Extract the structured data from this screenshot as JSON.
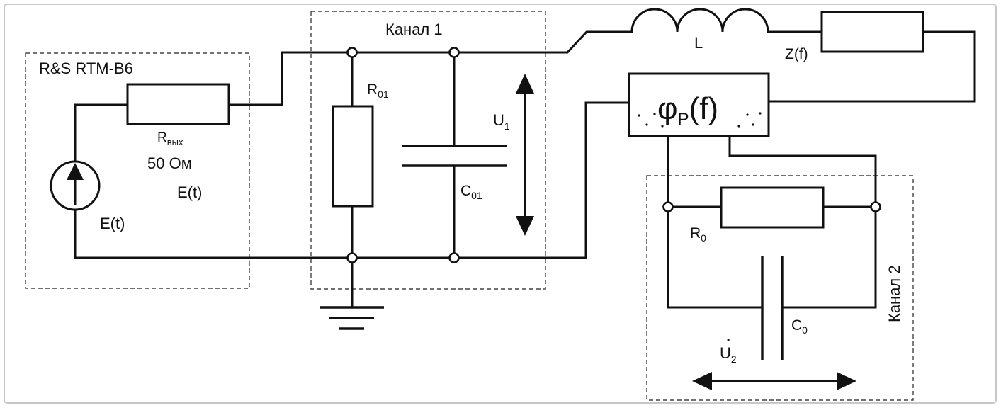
{
  "source_block": {
    "title": "R&S RTM-B6",
    "r_out_base": "R",
    "r_out_sub": "вых",
    "r_out_value": "50 Ом",
    "e_label_1": "E(t)",
    "e_label_2": "E(t)"
  },
  "channel1": {
    "title": "Канал 1",
    "r_base": "R",
    "r_sub": "01",
    "c_base": "C",
    "c_sub": "01",
    "u_base": "U",
    "u_sub": "1"
  },
  "series": {
    "inductor": "L",
    "impedance": "Z(f)"
  },
  "phase_block": {
    "symbol": "φ",
    "sub": "P",
    "arg": "(f)"
  },
  "channel2": {
    "title": "Канал 2",
    "r_base": "R",
    "r_sub": "0",
    "c_base": "C",
    "c_sub": "0",
    "u_base": "U",
    "u_sub": "2",
    "u_dot": "•"
  }
}
